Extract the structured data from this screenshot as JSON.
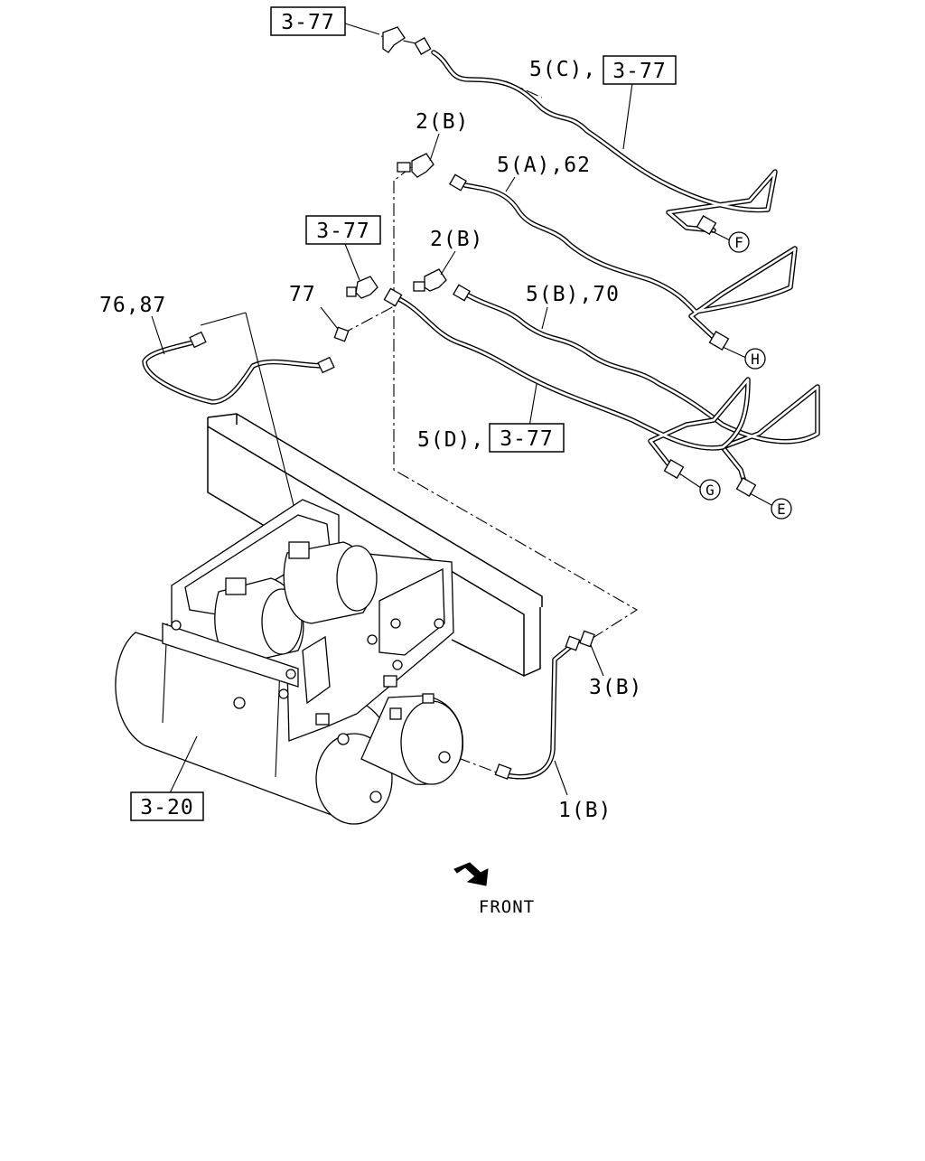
{
  "diagram": {
    "refs": {
      "ref_top": "3-77",
      "ref_5c": "3-77",
      "ref_mid": "3-77",
      "ref_5d": "3-77",
      "ref_bottom": "3-20"
    },
    "labels": {
      "l_5c": "5(C),",
      "l_2b_top": "2(B)",
      "l_5a": "5(A),62",
      "l_2b_mid": "2(B)",
      "l_7687": "76,87",
      "l_77": "77",
      "l_5b": "5(B),70",
      "l_5d": "5(D),",
      "l_3b": "3(B)",
      "l_1b": "1(B)"
    },
    "circles": {
      "c_f": "F",
      "c_h": "H",
      "c_g": "G",
      "c_e": "E"
    },
    "front": "FRONT"
  }
}
